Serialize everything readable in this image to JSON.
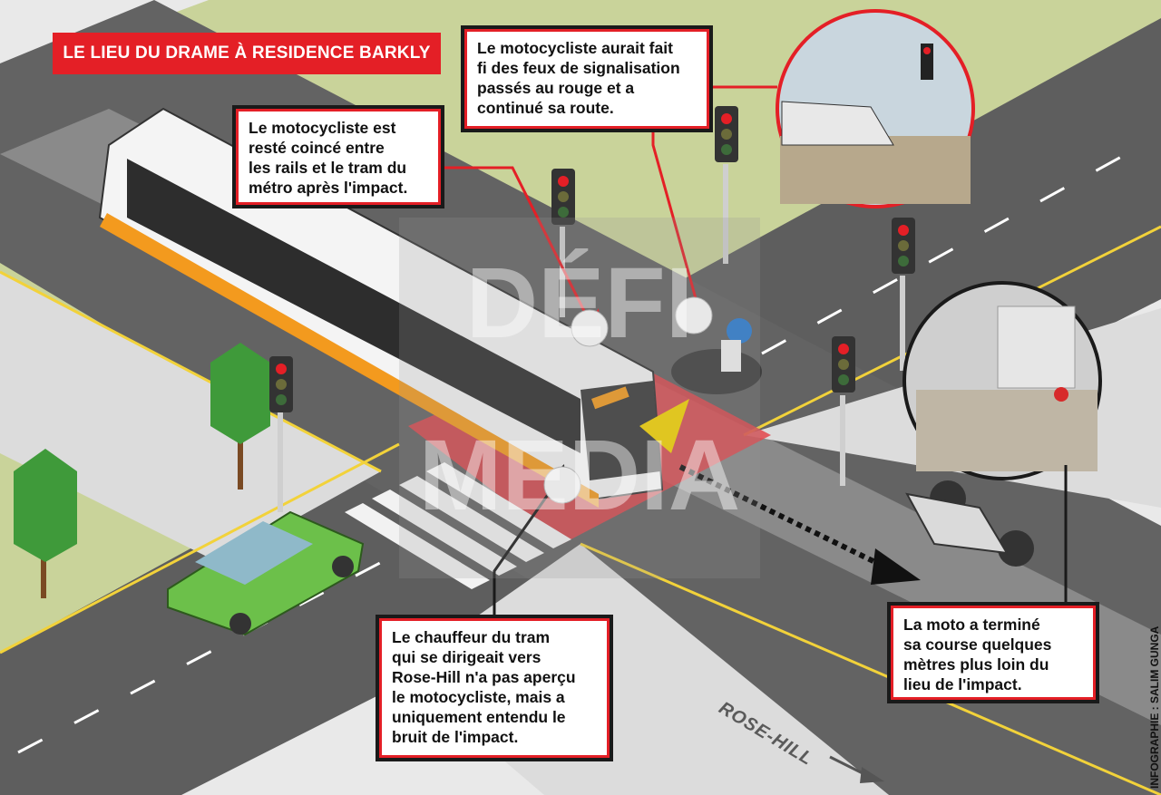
{
  "header": {
    "title": "LE LIEU DU DRAME À RESIDENCE BARKLY"
  },
  "callouts": {
    "red_light": [
      "Le motocycliste aurait fait",
      "fi des feux de signalisation",
      "passés au rouge et a",
      "continué sa route."
    ],
    "stuck": [
      "Le motocycliste est",
      "resté coincé entre",
      "les rails et le tram du",
      "métro après l'impact."
    ],
    "driver": [
      "Le chauffeur du tram",
      "qui se dirigeait vers",
      "Rose-Hill n'a pas aperçu",
      "le motocycliste, mais a",
      "uniquement entendu le",
      "bruit de l'impact."
    ],
    "bike_end": [
      "La moto a terminé",
      "sa course quelques",
      "mètres plus loin du",
      "lieu de l'impact."
    ]
  },
  "road_label": "ROSE-HILL",
  "credit": "INFOGRAPHIE : SALIM GUNGA",
  "watermark": {
    "line1": "DÉFI",
    "line2": "MEDIA"
  },
  "colors": {
    "accent_red": "#e41f26",
    "road": "#5c5c5c",
    "curb": "#b9c48a",
    "tram_orange": "#f39a1e",
    "car_green": "#6cc04a"
  }
}
